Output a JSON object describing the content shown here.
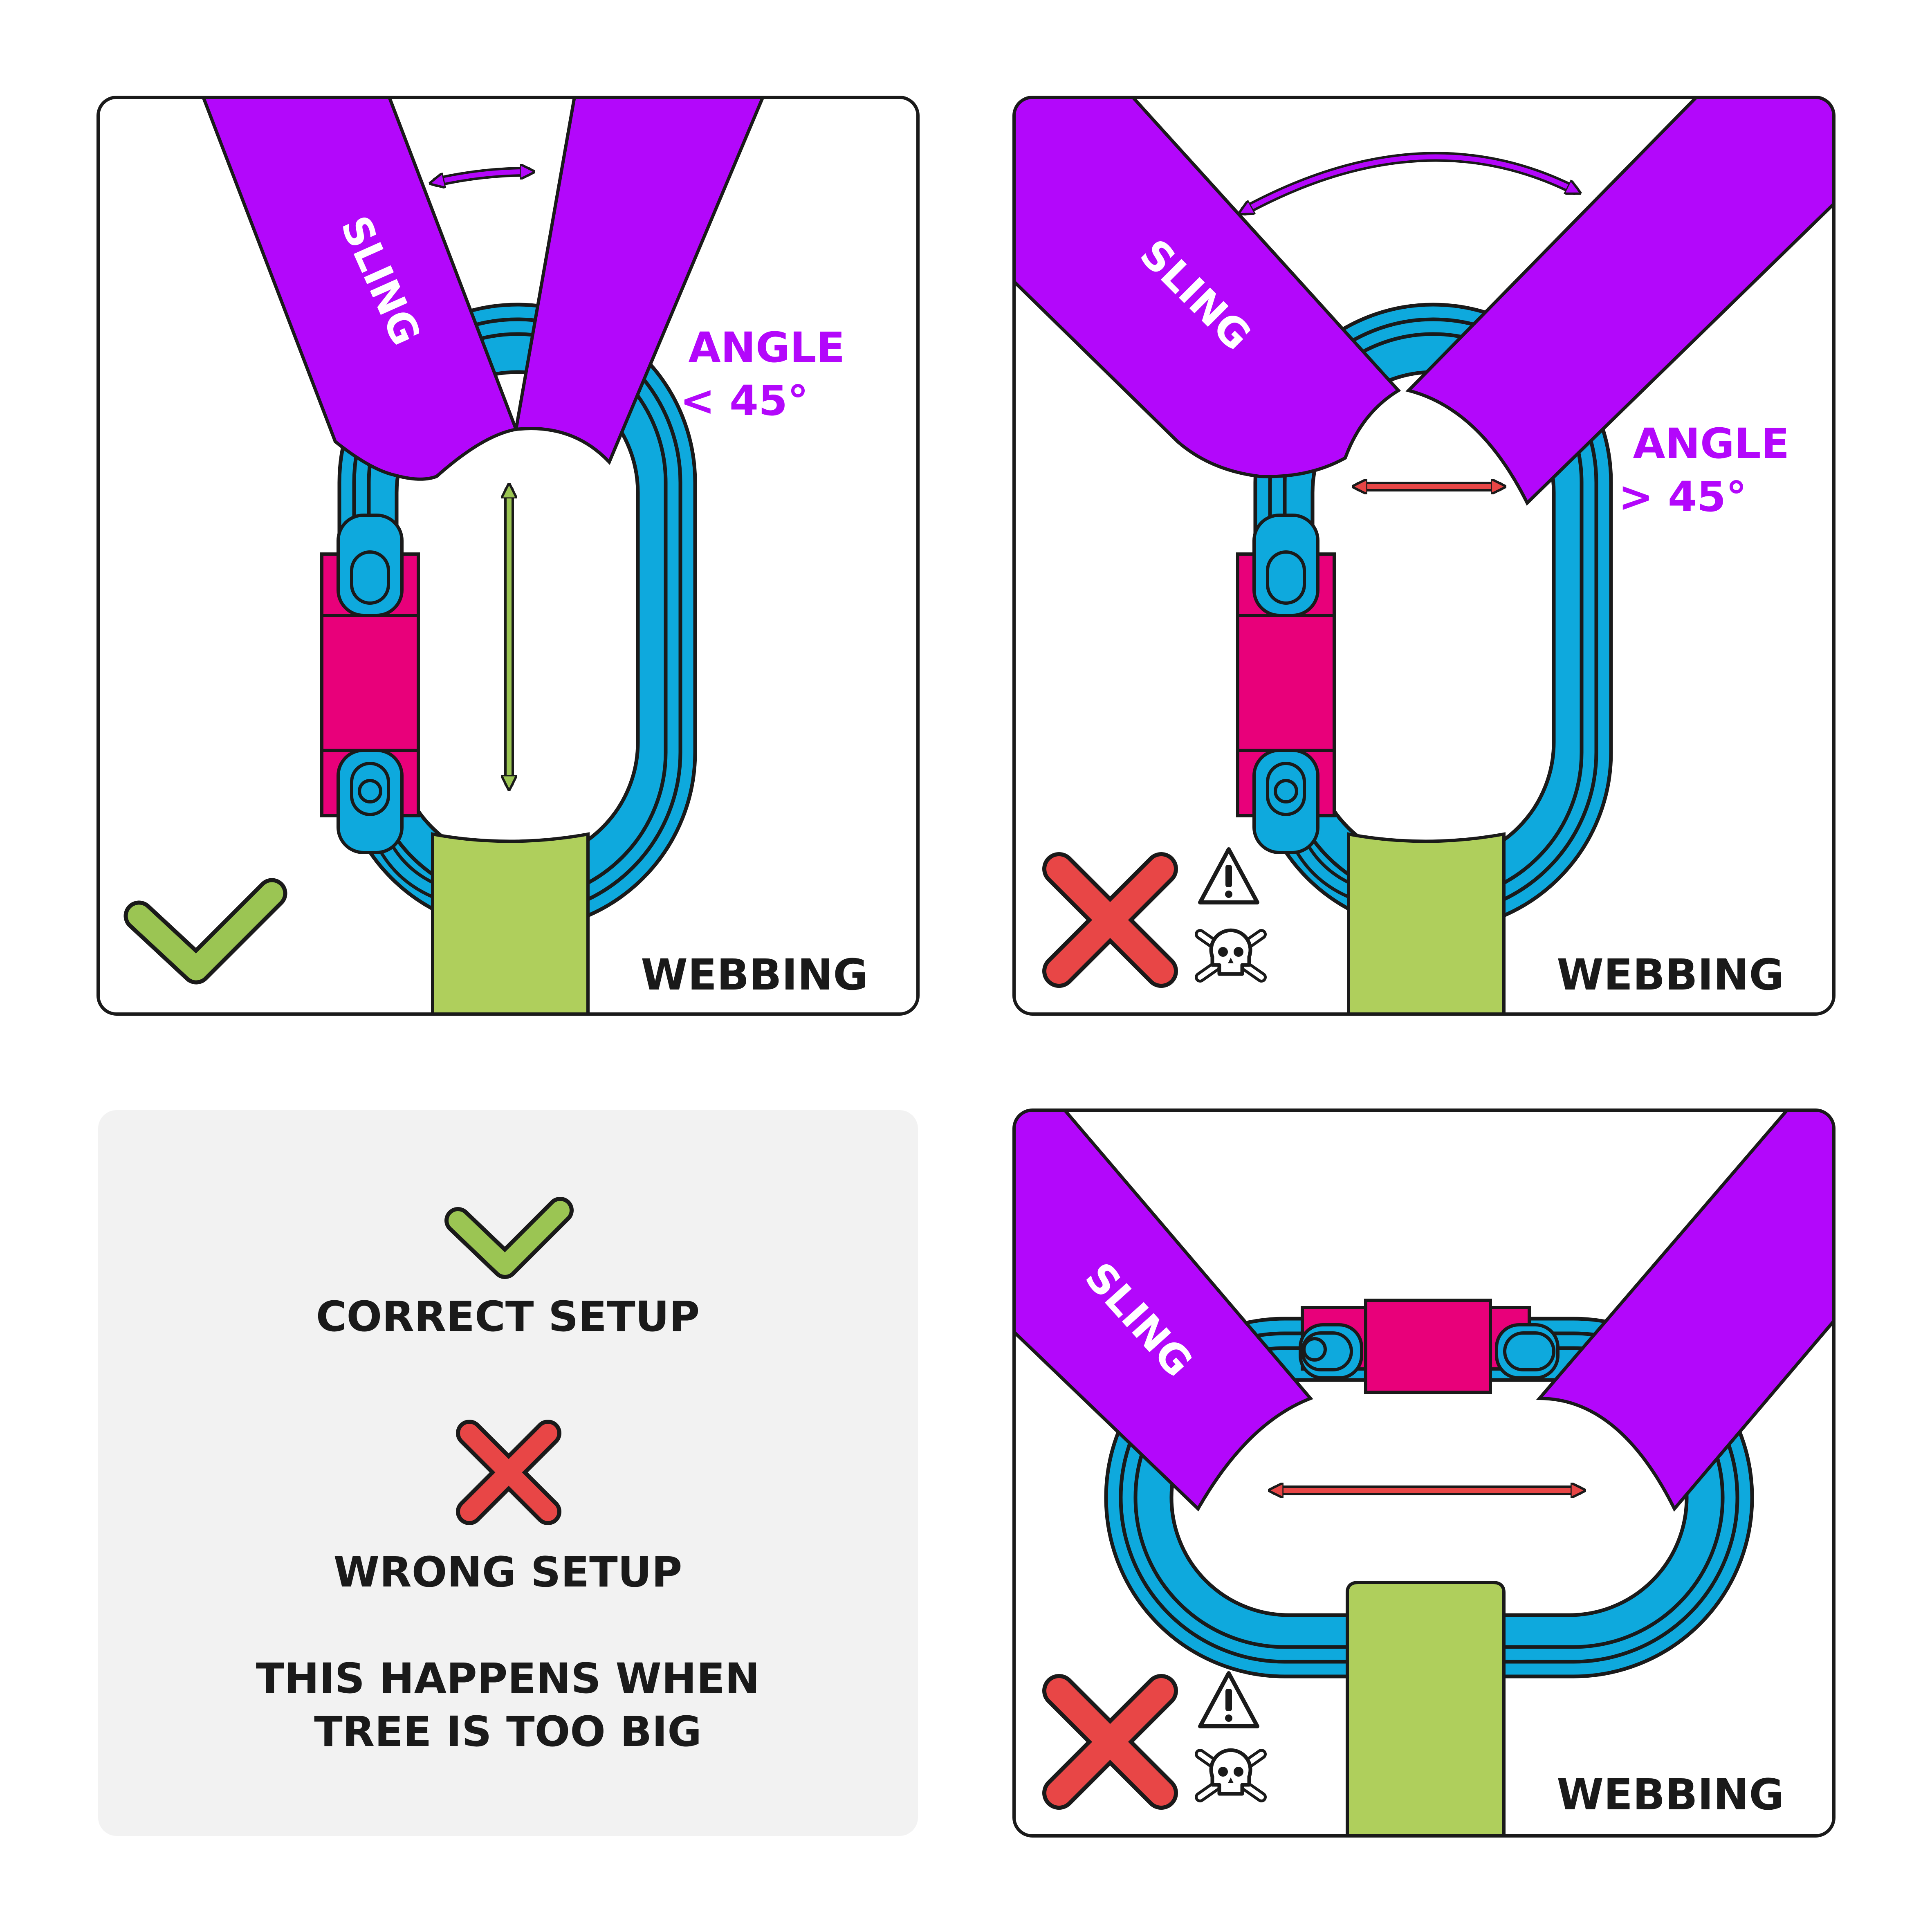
{
  "colors": {
    "sling": "#b307fb",
    "carabiner": "#0ea9dd",
    "gate": "#e8007a",
    "webbing": "#afcf5c",
    "ok": "#9bc553",
    "wrong": "#e84646",
    "ink": "#1a1a1a",
    "legend_bg": "#f2f2f2"
  },
  "panel_correct": {
    "sling_label": "SLING",
    "angle_line1": "ANGLE",
    "angle_line2": "< 45°",
    "webbing_label": "WEBBING",
    "status_icon": "checkmark-icon"
  },
  "panel_wrong_wide": {
    "sling_label": "SLING",
    "angle_line1": "ANGLE",
    "angle_line2": "> 45°",
    "webbing_label": "WEBBING",
    "status_icon": "cross-icon",
    "warning_icon": "warning-icon",
    "danger_icon": "skull-icon"
  },
  "panel_wrong_cross": {
    "sling_label": "SLING",
    "webbing_label": "WEBBING",
    "status_icon": "cross-icon",
    "warning_icon": "warning-icon",
    "danger_icon": "skull-icon"
  },
  "legend": {
    "correct_label": "CORRECT SETUP",
    "wrong_label": "WRONG SETUP",
    "note_line1": "THIS HAPPENS WHEN",
    "note_line2": "TREE IS TOO BIG"
  }
}
